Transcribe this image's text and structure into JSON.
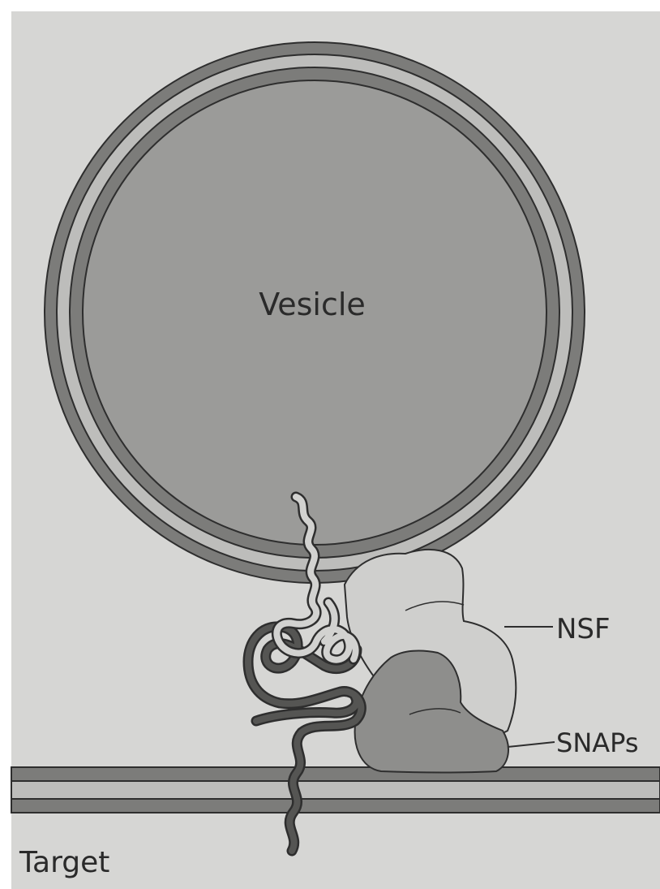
{
  "labels": {
    "vesicle": "Vesicle",
    "nsf": "NSF",
    "snaps": "SNAPs",
    "target": "Target"
  },
  "colors": {
    "background": "#d6d6d4",
    "vesicle_interior": "#9b9b99",
    "membrane_outer": "#7c7c7a",
    "membrane_inner": "#bdbdbb",
    "outline": "#2e2e2e",
    "nsf": "#cfcfcd",
    "snaps": "#8e8e8c",
    "v_snare": "#d2d2d0",
    "t_snare": "#555553",
    "label_text": "#2a2a2a"
  }
}
